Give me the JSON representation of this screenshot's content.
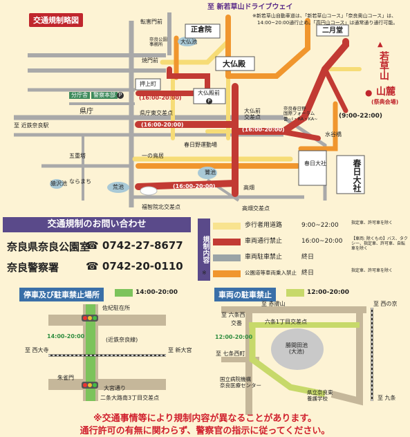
{
  "title": "交通規制略図",
  "header_top": "至 新若草山ドライブウェイ",
  "header_note_1": "※新若草山自動車道は、「新若草山コース」「奈良奥山コース」は、",
  "header_note_2": "14:00~20:00通行止め。「高円山コース」は通常通り通行可能。",
  "places": {
    "tengai": "転害門前",
    "shosoin": "正倉院",
    "nara_park_office": "奈良公園\n事務所",
    "daibutsuike": "大仏池",
    "yakeimon": "焼門前",
    "daibutsuden": "大仏殿",
    "nigatsudo": "二月堂",
    "oshiage": "押上町",
    "bunchosha": "分庁舎",
    "police_hq": "警察本部",
    "kencho": "県庁",
    "daibutsuden_mae": "大仏殿前",
    "kencho_east": "県庁東交差点",
    "daibutsu_mae_kousaten": "大仏前\n交差点",
    "forum": "奈良春日野\n国際フォーラム\n甍~I・RA・KA~",
    "mizuyabashi": "水谷橋",
    "to_kintetsu": "至 近鉄奈良駅",
    "kasugano": "春日野運動場",
    "gojunoto": "五重塔",
    "ichinotorii": "一の鳥居",
    "kasuga_taisha_small": "春日大社",
    "kasuga_taisha_big": "春日\n大社",
    "sagiike": "鷺池",
    "sarusawa": "猿沢池",
    "naramachi": "ならまち",
    "araike": "荒池",
    "takabatake": "高畑",
    "fukuchiin": "福智院北交差点",
    "takabatake_kousaten": "高畑交差点",
    "wakakusa": "若草山",
    "sanroku": "山麓",
    "venue": "(祭典会場)"
  },
  "time_labels": {
    "t1": "(16:00-20:00)",
    "t2": "(16:00-20:00)",
    "t3": "(16:00-20:00)",
    "t4": "(16:00-20:00)",
    "t5": "(9:00-22:00)"
  },
  "contact": {
    "header": "交通規制のお問い合わせ",
    "rows": [
      {
        "name": "奈良県奈良公園室",
        "phone": "☎ 0742-27-8677"
      },
      {
        "name": "奈良警察署",
        "phone": "☎ 0742-20-0110"
      }
    ]
  },
  "legend": {
    "side_label": "規制内容",
    "rows": [
      {
        "color": "#f8e38f",
        "name": "歩行者用道路",
        "time": "9:00~22:00",
        "note": "指定車、許可車を除く"
      },
      {
        "color": "#c23a33",
        "name": "車両通行禁止",
        "time": "16:00~20:00",
        "note": "【車両: 除くもの】バス、タクシー、指定車、許可車、自転車を除く"
      },
      {
        "color": "#9aa3a6",
        "name": "車両駐車禁止",
        "time": "終日",
        "note": ""
      },
      {
        "color": "#f0962e",
        "name": "公園道等車両乗入禁止",
        "time": "終日",
        "note": "指定車、許可車を除く",
        "mark": "※"
      }
    ]
  },
  "stop_map": {
    "header": "停車及び駐車禁止場所",
    "time": "14:00-20:00",
    "inner_time": "14:00-20:00",
    "labels": {
      "sakichu": "佐紀駐在所",
      "kintetsu_line": "(近鉄奈良線)",
      "to_saidaiji": "至 西大寺",
      "to_shinomiya": "至 新大宮",
      "suzakumon": "朱雀門",
      "omiya_dori": "大宮通り",
      "nijo_ohji": "二条大路南3丁目交差点"
    }
  },
  "vehicle_map": {
    "header": "車両の駐車禁止",
    "time": "12:00-20:00",
    "inner_time": "12:00-20:00",
    "labels": {
      "to_akahada": "至 赤膚山",
      "to_rokujo_nishi": "至 六条西",
      "to_nishinokyo": "至 西の京",
      "koban": "交番",
      "rokujo_kousaten": "六条1丁目交差点",
      "to_shichijo": "至 七条西町",
      "shoda_ike": "勝間田池\n(大池)",
      "hospital": "国立病院機構\n奈良医療センター",
      "school": "県立奈良東\n養護学校",
      "to_kujo": "至 九条"
    }
  },
  "footnote_1": "※交通事情等により規制内容が異なることがあります。",
  "footnote_2": "通行許可の有無に関わらず、警察官の指示に従ってください。"
}
